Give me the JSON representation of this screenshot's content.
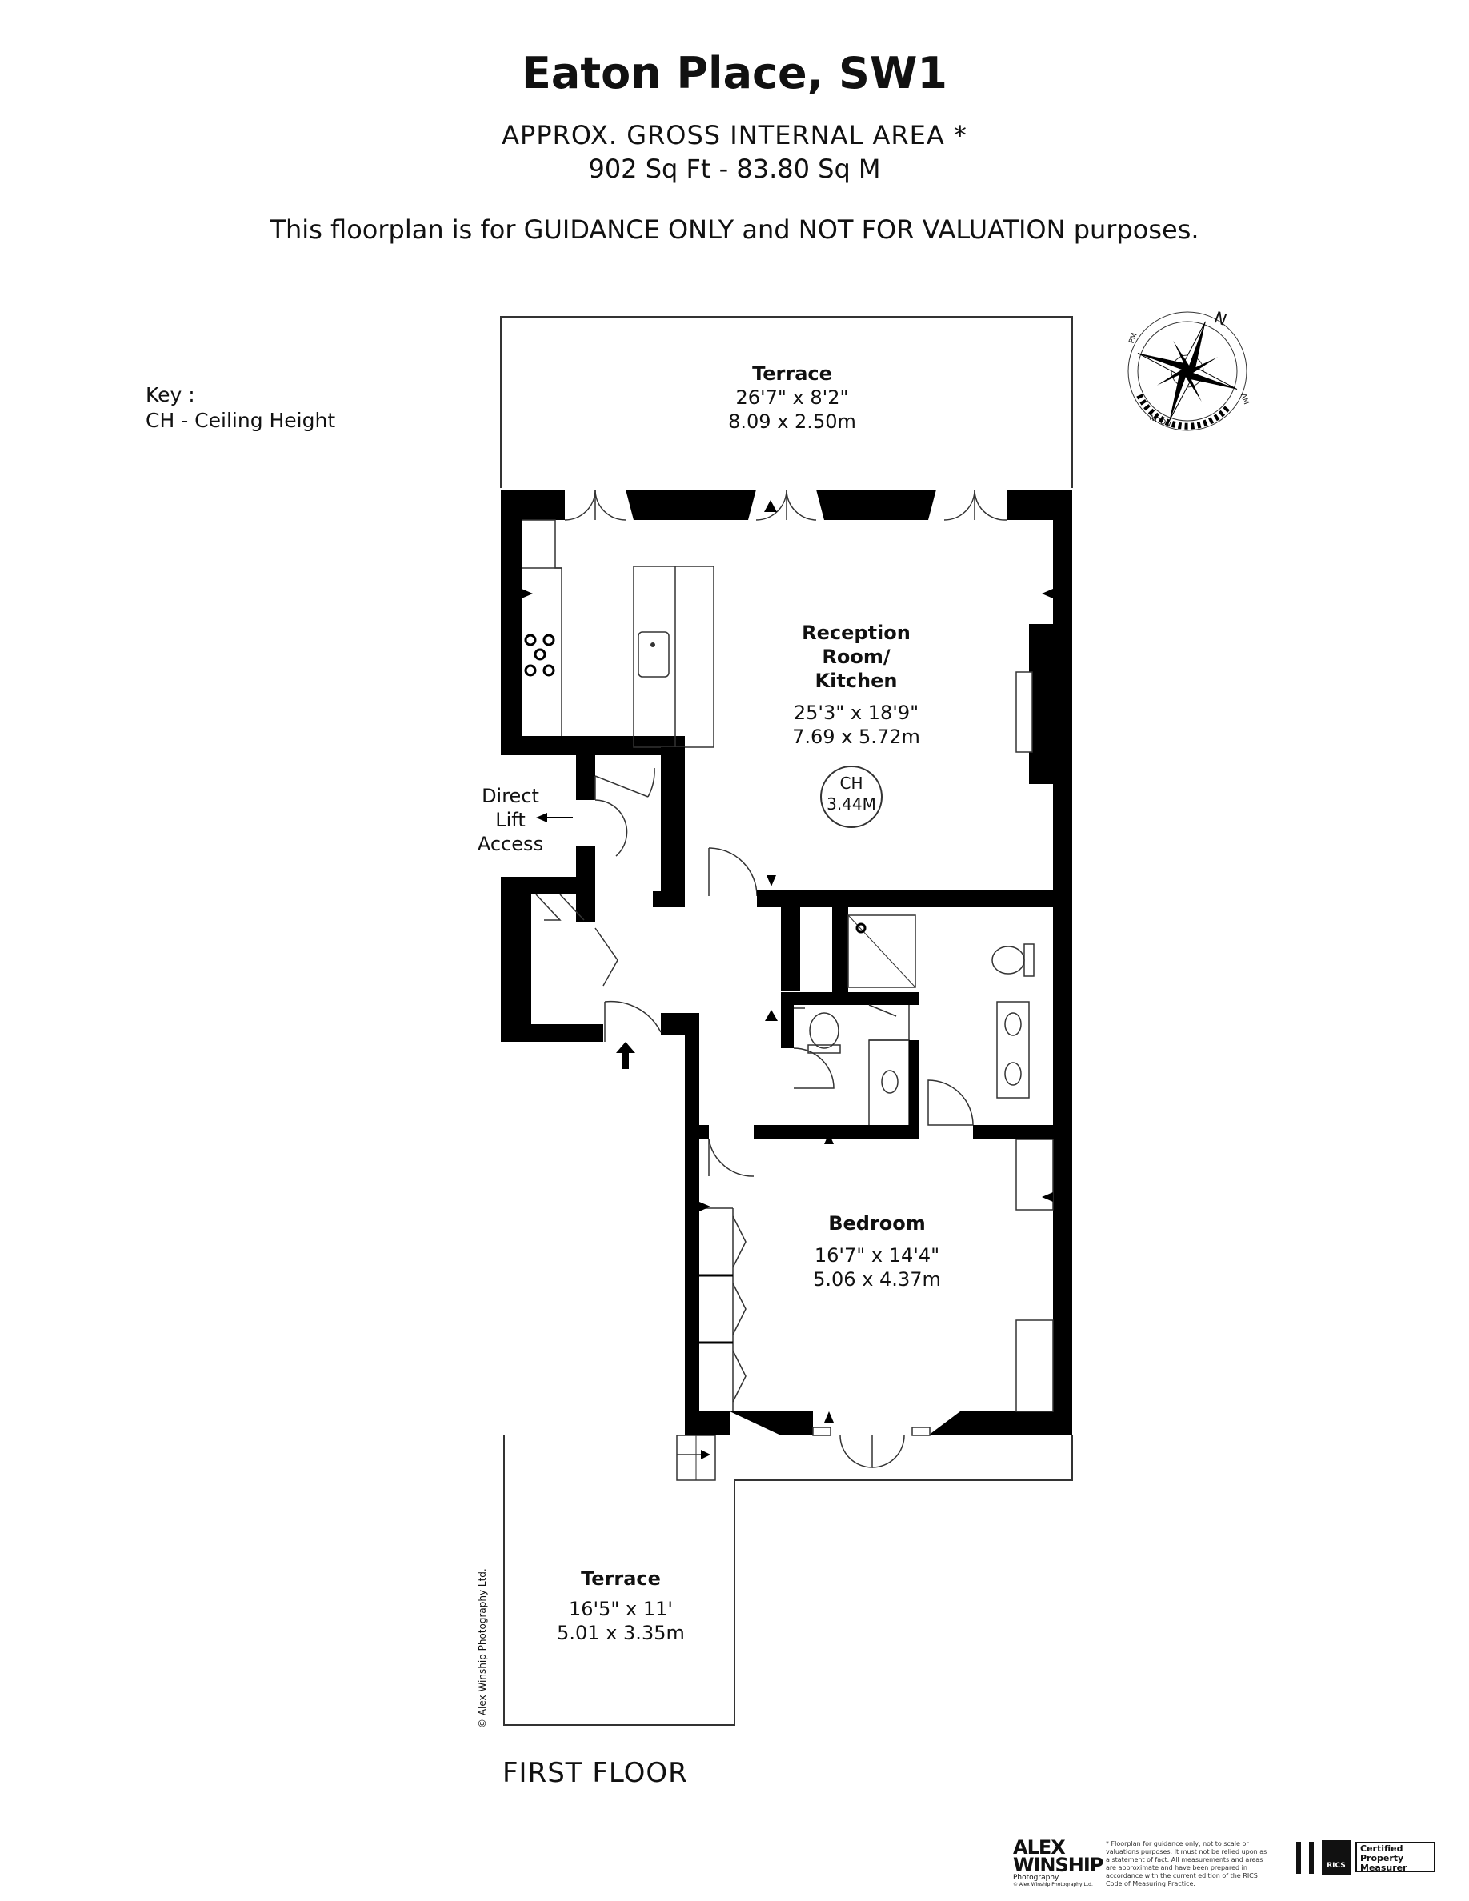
{
  "header": {
    "title": "Eaton Place, SW1",
    "area_label": "APPROX. GROSS INTERNAL  AREA *",
    "area_value": "902 Sq Ft  -  83.80 Sq M",
    "guidance": "This floorplan is for GUIDANCE ONLY and NOT FOR VALUATION purposes."
  },
  "key": {
    "title": "Key :",
    "entry": "CH - Ceiling Height"
  },
  "rooms": {
    "terrace_top": {
      "name": "Terrace",
      "dim_imperial": "26'7\" x 8'2\"",
      "dim_metric": "8.09 x 2.50m"
    },
    "reception": {
      "name_line1": "Reception",
      "name_line2": "Room/",
      "name_line3": "Kitchen",
      "dim_imperial": "25'3\" x 18'9\"",
      "dim_metric": "7.69 x 5.72m"
    },
    "ceiling": {
      "label": "CH",
      "value": "3.44M"
    },
    "bedroom": {
      "name": "Bedroom",
      "dim_imperial": "16'7\" x 14'4\"",
      "dim_metric": "5.06 x 4.37m"
    },
    "terrace_bottom": {
      "name": "Terrace",
      "dim_imperial": "16'5\" x 11'",
      "dim_metric": "5.01 x 3.35m"
    }
  },
  "lift": {
    "line1": "Direct",
    "line2": "Lift",
    "line3": "Access"
  },
  "compass": {
    "north": "N",
    "pm": "PM",
    "am": "AM",
    "noon": "NOON"
  },
  "floor_label": "FIRST FLOOR",
  "copyright": "© Alex Winship Photography Ltd.",
  "footer": {
    "brand_line1": "ALEX",
    "brand_line2": "WINSHIP",
    "brand_sub": "Photography",
    "brand_small": "© Alex Winship Photography Ltd.",
    "disclaimer": "* Floorplan for guidance only, not to scale or valuations purposes. It must not be relied upon as a statement of fact. All measurements and areas are approximate and have been prepared in accordance with the current edition of the RICS Code of Measuring Practice.",
    "rics": "RICS",
    "certified": "Certified Property Measurer"
  },
  "colors": {
    "wall": "#000000",
    "line": "#333333",
    "background": "#ffffff"
  }
}
